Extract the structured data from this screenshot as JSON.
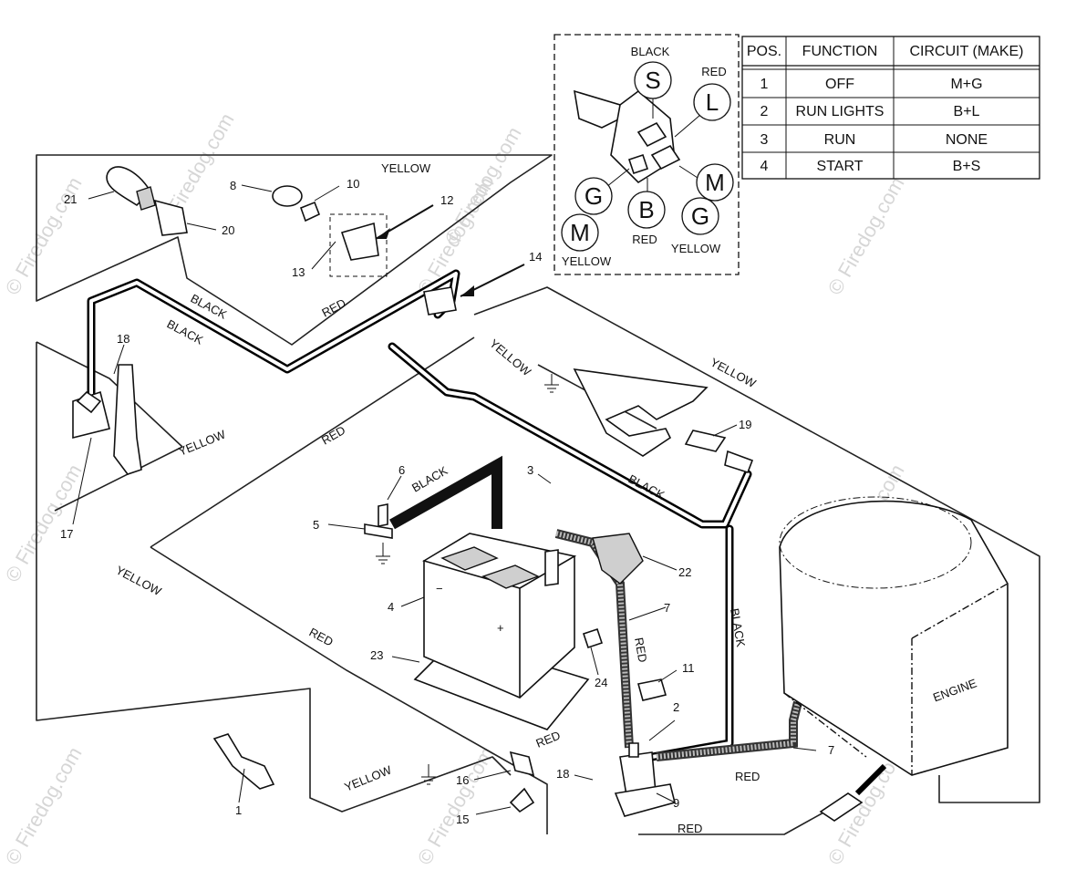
{
  "table": {
    "headers": [
      "POS.",
      "FUNCTION",
      "CIRCUIT (MAKE)"
    ],
    "rows": [
      [
        "1",
        "OFF",
        "M+G"
      ],
      [
        "2",
        "RUN LIGHTS",
        "B+L"
      ],
      [
        "3",
        "RUN",
        "NONE"
      ],
      [
        "4",
        "START",
        "B+S"
      ]
    ]
  },
  "switch_inset": {
    "terminals": [
      "S",
      "L",
      "G",
      "B",
      "M",
      "M",
      "G"
    ],
    "colors": {
      "s": "BLACK",
      "l": "RED",
      "b": "RED",
      "g": "YELLOW",
      "m": "YELLOW"
    }
  },
  "wire_labels": {
    "yellow_top": "YELLOW",
    "black_1": "BLACK",
    "black_2": "BLACK",
    "red_1": "RED",
    "yellow_2": "YELLOW",
    "yellow_3": "YELLOW",
    "yellow_left": "YELLOW",
    "red_mid": "RED",
    "black_bat": "BLACK",
    "black_eng": "BLACK",
    "black_vert": "BLACK",
    "yellow_big": "YELLOW",
    "red_low": "RED",
    "red_cable": "RED",
    "yellow_bottom": "YELLOW",
    "red_bot1": "RED",
    "red_bot2": "RED",
    "red_bot3": "RED"
  },
  "engine_label": "ENGINE",
  "callouts": [
    "1",
    "2",
    "3",
    "4",
    "5",
    "6",
    "7",
    "7",
    "8",
    "9",
    "10",
    "11",
    "12",
    "13",
    "14",
    "15",
    "16",
    "17",
    "18",
    "18",
    "19",
    "20",
    "21",
    "22",
    "23",
    "24"
  ],
  "battery_marks": {
    "neg": "−",
    "pos": "+"
  },
  "watermark": "© Firedog.com"
}
